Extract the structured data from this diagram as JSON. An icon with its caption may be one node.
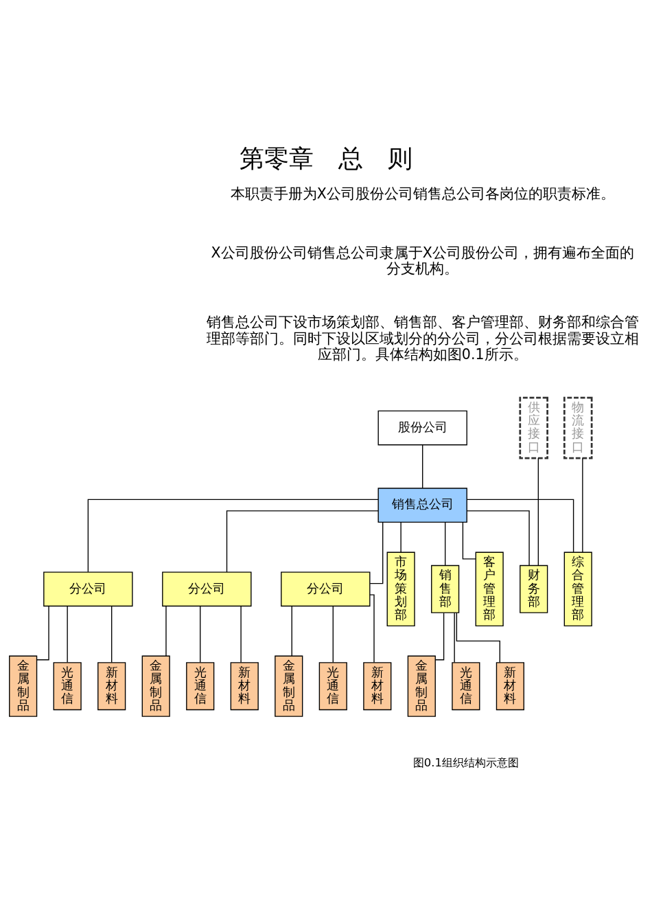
{
  "diagram": {
    "title": "第零章　总　则",
    "caption": "图0.1组织结构示意图",
    "nodes": [
      {
        "text": [
          "股份公司"
        ]
      },
      {
        "text": [
          "销售总公司"
        ]
      },
      {
        "text": [
          "供应接口"
        ]
      },
      {
        "text": [
          "物流接口"
        ]
      },
      {
        "text": [
          "分公司"
        ]
      },
      {
        "text": [
          "分公司"
        ]
      },
      {
        "text": [
          "分公司"
        ]
      },
      {
        "text": [
          "市场策划部"
        ]
      },
      {
        "text": [
          "销售部"
        ]
      },
      {
        "text": [
          "客户管理部"
        ]
      },
      {
        "text": [
          "财务部"
        ]
      },
      {
        "text": [
          "综合管理部"
        ]
      },
      {
        "text": [
          "金属制品"
        ]
      },
      {
        "text": [
          "光通信"
        ]
      },
      {
        "text": [
          "新材料"
        ]
      },
      {
        "text": [
          "金属制品"
        ]
      },
      {
        "text": [
          "光通信"
        ]
      },
      {
        "text": [
          "新材料"
        ]
      },
      {
        "text": [
          "金属制品"
        ]
      },
      {
        "text": [
          "光通信"
        ]
      },
      {
        "text": [
          "新材料"
        ]
      },
      {
        "text": [
          "金属制品"
        ]
      },
      {
        "text": [
          "光通信"
        ]
      },
      {
        "text": [
          "新材料"
        ]
      }
    ],
    "edges": [
      {
        "from": 0,
        "to": 1,
        "arrow": "none"
      },
      {
        "from": 1,
        "to": 4,
        "arrow": "none"
      },
      {
        "from": 1,
        "to": 5,
        "arrow": "none"
      },
      {
        "from": 1,
        "to": 6,
        "arrow": "none"
      },
      {
        "from": 1,
        "to": 7,
        "arrow": "none"
      },
      {
        "from": 1,
        "to": 8,
        "arrow": "none"
      },
      {
        "from": 1,
        "to": 9,
        "arrow": "none"
      },
      {
        "from": 1,
        "to": 10,
        "arrow": "none"
      },
      {
        "from": 1,
        "to": 11,
        "arrow": "none"
      },
      {
        "from": 2,
        "to": 10,
        "arrow": "none"
      },
      {
        "from": 3,
        "to": 11,
        "arrow": "none"
      },
      {
        "from": 4,
        "to": 12,
        "arrow": "none"
      },
      {
        "from": 4,
        "to": 13,
        "arrow": "none"
      },
      {
        "from": 4,
        "to": 14,
        "arrow": "none"
      },
      {
        "from": 5,
        "to": 15,
        "arrow": "none"
      },
      {
        "from": 5,
        "to": 16,
        "arrow": "none"
      },
      {
        "from": 5,
        "to": 17,
        "arrow": "none"
      },
      {
        "from": 6,
        "to": 18,
        "arrow": "none"
      },
      {
        "from": 6,
        "to": 19,
        "arrow": "none"
      },
      {
        "from": 6,
        "to": 20,
        "arrow": "none"
      },
      {
        "from": 8,
        "to": 21,
        "arrow": "none"
      },
      {
        "from": 8,
        "to": 22,
        "arrow": "none"
      },
      {
        "from": 8,
        "to": 23,
        "arrow": "none"
      }
    ],
    "labels": [
      "本职责手册为X公司股份公司销售总公司各岗位的职责标准。",
      "X公司股份公司销售总公司隶属于X公司股份公司，拥有遍布全面的分支机构。",
      "销售总公司下设市场策划部、销售部、客户管理部、财务部和综合管理部等部门。同时下设以区域划分的分公司，分公司根据需要设立相应部门。具体结构如图0.1所示。"
    ]
  }
}
